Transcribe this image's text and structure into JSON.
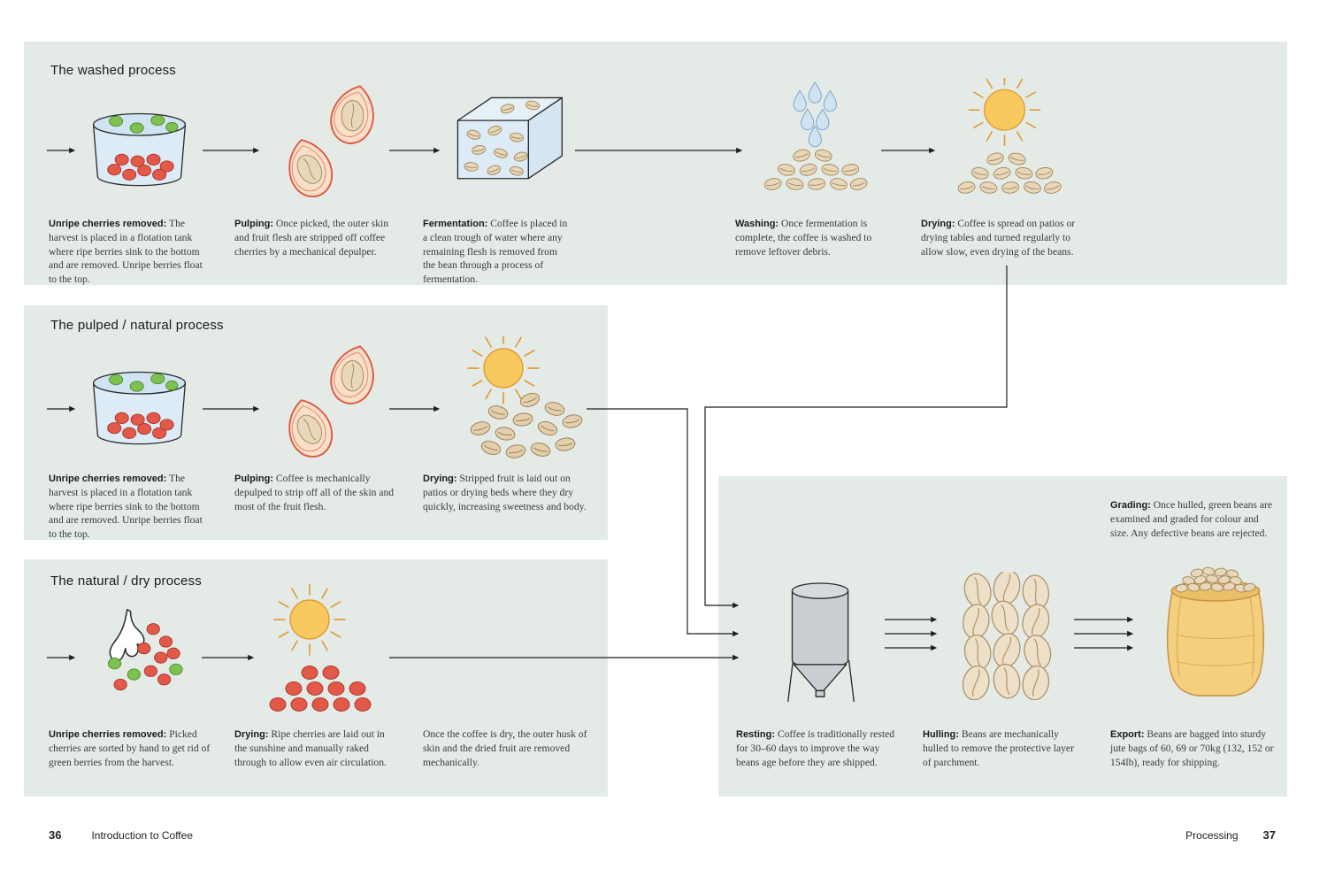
{
  "colors": {
    "panel_bg": "#e4ebe6",
    "cherry_red": "#e4584a",
    "cherry_green": "#7dc24f",
    "bean": "#e9d7ba",
    "sun": "#f7c95f",
    "water": "#cfe3f2",
    "bag": "#f4cf7d",
    "silo": "#c9ced2",
    "skin": "#dd5a43",
    "line": "#1f1f1f"
  },
  "washed": {
    "title": "The washed process",
    "steps": [
      {
        "label": "Unripe cherries removed:",
        "text": "The harvest is placed in a flotation tank where ripe berries sink to the bottom and are removed. Unripe berries float to the top."
      },
      {
        "label": "Pulping:",
        "text": "Once picked, the outer skin and fruit flesh are stripped off coffee cherries by a mechanical depulper."
      },
      {
        "label": "Fermentation:",
        "text": "Coffee is placed in a clean trough of water where any remaining flesh is removed from the bean through a process of fermentation."
      },
      {
        "label": "Washing:",
        "text": "Once fermentation is complete, the coffee is washed to remove leftover debris."
      },
      {
        "label": "Drying:",
        "text": "Coffee is spread on patios or drying tables and turned regularly to allow slow, even drying of the beans."
      }
    ]
  },
  "pulped": {
    "title": "The pulped / natural process",
    "steps": [
      {
        "label": "Unripe cherries removed:",
        "text": "The harvest is placed in a flotation tank where ripe berries sink to the bottom and are removed. Unripe berries float to the top."
      },
      {
        "label": "Pulping:",
        "text": "Coffee is mechanically depulped to strip off all of the skin and most of the fruit flesh."
      },
      {
        "label": "Drying:",
        "text": "Stripped fruit is laid out on patios or drying beds where they dry quickly, increasing sweetness and body."
      }
    ]
  },
  "natural": {
    "title": "The natural / dry process",
    "steps": [
      {
        "label": "Unripe cherries removed:",
        "text": "Picked cherries are sorted by hand to get rid of green berries from the harvest."
      },
      {
        "label": "Drying:",
        "text": "Ripe cherries are laid out in the sunshine and manually raked through to allow even air circulation."
      },
      {
        "label": "",
        "text": "Once the coffee is dry, the outer husk of skin and the dried fruit are removed mechanically."
      }
    ]
  },
  "finishing": {
    "grading": {
      "label": "Grading:",
      "text": "Once hulled, green beans are examined and graded for colour and size. Any defective beans are rejected."
    },
    "resting": {
      "label": "Resting:",
      "text": "Coffee is traditionally rested for 30–60 days to improve the way beans age before they are shipped."
    },
    "hulling": {
      "label": "Hulling:",
      "text": "Beans are mechanically hulled to remove the protective layer of parchment."
    },
    "export": {
      "label": "Export:",
      "text": "Beans are bagged into sturdy jute bags of 60, 69 or 70kg (132, 152 or 154lb), ready for shipping."
    }
  },
  "footer": {
    "left_page": "36",
    "left_label": "Introduction to Coffee",
    "right_label": "Processing",
    "right_page": "37"
  }
}
